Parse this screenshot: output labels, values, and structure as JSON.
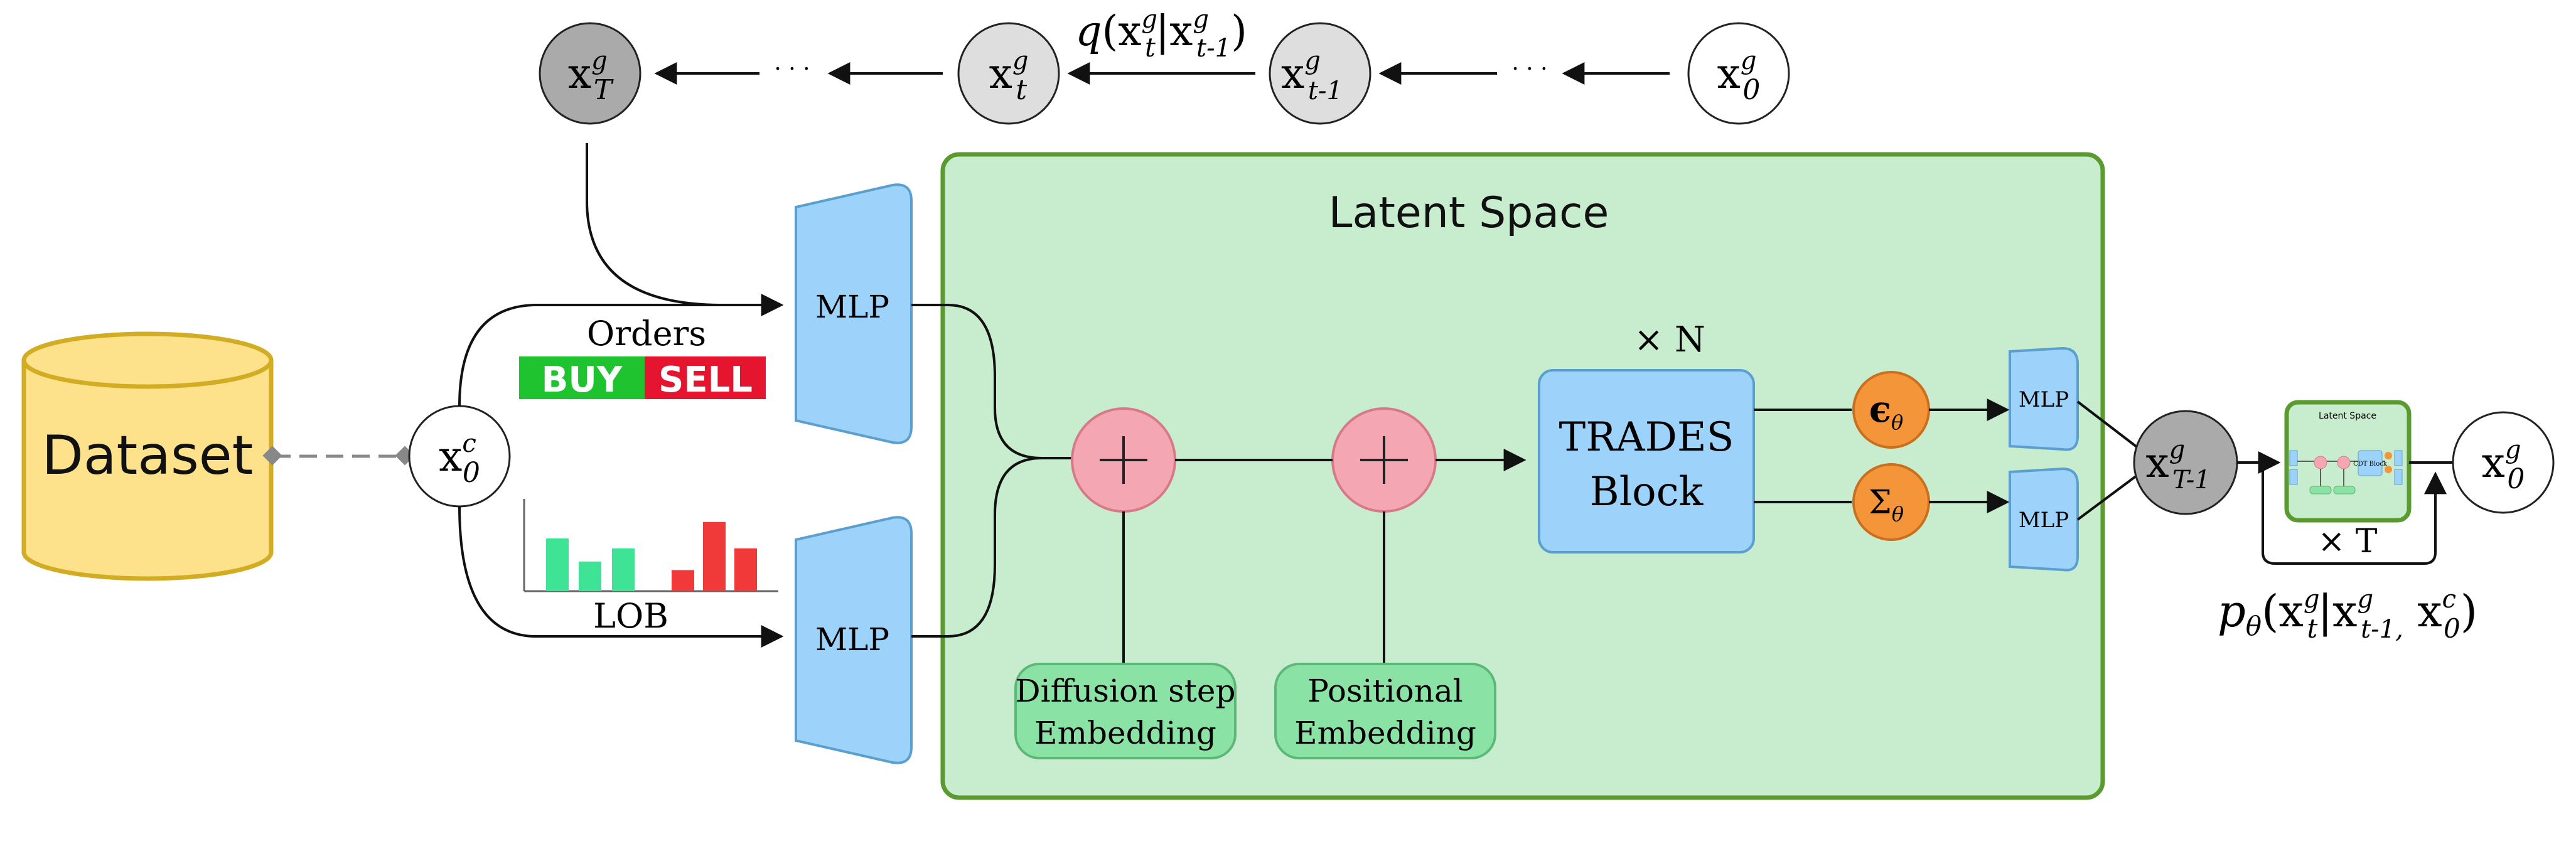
{
  "diagram": {
    "dataset_label": "Dataset",
    "latent_space_title": "Latent Space",
    "orders_label": "Orders",
    "buy_label": "BUY",
    "sell_label": "SELL",
    "lob_label": "LOB",
    "mlp_label": "MLP",
    "diffusion_step": [
      "Diffusion step",
      "Embedding"
    ],
    "positional": [
      "Positional",
      "Embedding"
    ],
    "trades_block": [
      "TRADES",
      "Block"
    ],
    "times_n": "× N",
    "times_t": "× T",
    "epsilon_symbol": "ϵ",
    "sigma_symbol": "Σ",
    "theta_sub": "θ",
    "ellipsis": "· · ·",
    "mini_latent_title": "Latent Space",
    "mini_block": "CDT Block",
    "forward_process_label": {
      "q": "q",
      "x": "x",
      "sup": "g",
      "sub_t": "t",
      "sub_t1": "t-1"
    },
    "reverse_process_label": {
      "p": "p",
      "theta": "θ",
      "x": "x",
      "sup_g": "g",
      "sup_c": "c",
      "sub_t": "t",
      "sub_t1": "t-1,",
      "sub_0": "0"
    },
    "nodes": {
      "x0c": {
        "base": "x",
        "sup": "c",
        "sub": "0"
      },
      "xTg": {
        "base": "x",
        "sup": "g",
        "sub": "T"
      },
      "xtg": {
        "base": "x",
        "sup": "g",
        "sub": "t"
      },
      "xt1g": {
        "base": "x",
        "sup": "g",
        "sub": "t-1"
      },
      "x0g_top": {
        "base": "x",
        "sup": "g",
        "sub": "0"
      },
      "xT1g": {
        "base": "x",
        "sup": "g",
        "sub": "T-1"
      },
      "x0g_out": {
        "base": "x",
        "sup": "g",
        "sub": "0"
      }
    }
  },
  "lob_chart": {
    "type": "bar",
    "values": [
      8,
      4.5,
      6.5,
      3.2,
      10.5,
      6.5
    ],
    "colors": [
      "#3ee396",
      "#3ee396",
      "#3ee396",
      "#f03a3a",
      "#f03a3a",
      "#f03a3a"
    ],
    "ylim": [
      0,
      14
    ]
  },
  "colors": {
    "latent_fill": "#c8ecce",
    "latent_stroke": "#5a9a2e",
    "mlp_fill": "#9dd3fa",
    "mlp_stroke": "#5a9fd0",
    "plus_fill": "#f4a6b2",
    "plus_stroke": "#d77a88",
    "embed_fill": "#8be2a5",
    "embed_stroke": "#5cb877",
    "orange": "#f5953a",
    "dataset_fill": "#fde28b",
    "dataset_stroke": "#d2ac22",
    "buy": "#1fc32f",
    "sell": "#e5142f",
    "node_dark": "#aaaaaa",
    "node_mid": "#dedede"
  }
}
